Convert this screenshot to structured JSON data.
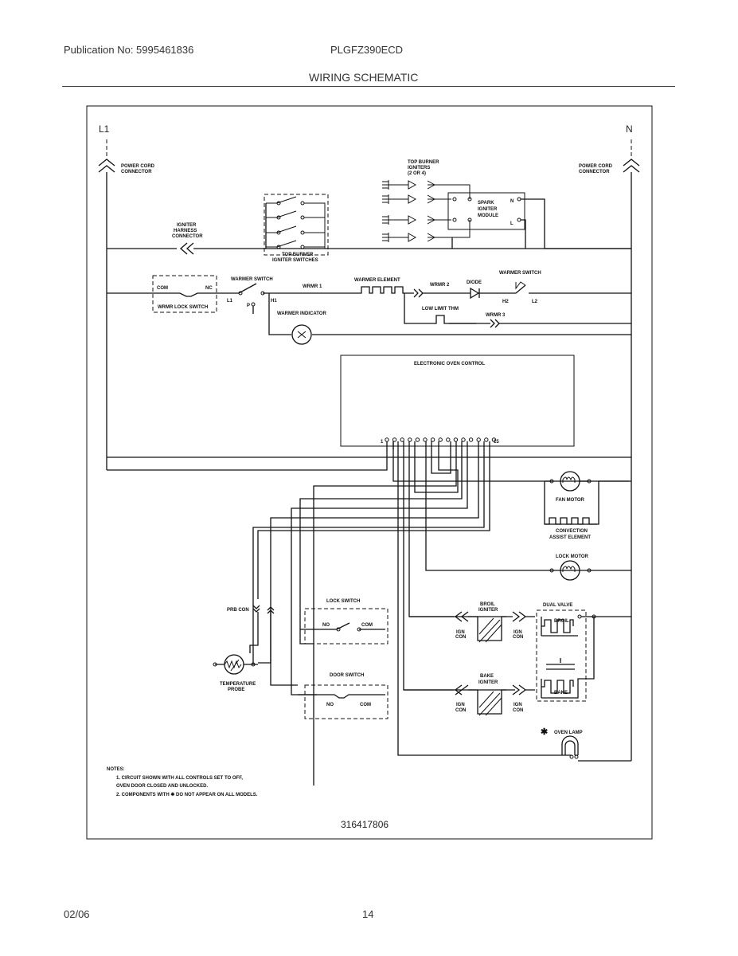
{
  "header": {
    "publication": "Publication No: 5995461836",
    "model": "PLGFZ390ECD",
    "title": "WIRING SCHEMATIC"
  },
  "footer": {
    "date": "02/06",
    "page": "14"
  },
  "diagram": {
    "l1": "L1",
    "n": "N",
    "power_cord_left": [
      "POWER CORD",
      "CONNECTOR"
    ],
    "power_cord_right": [
      "POWER CORD",
      "CONNECTOR"
    ],
    "top_burner_igniters": [
      "TOP BURNER",
      "IGNITERS",
      "(2 OR 4)"
    ],
    "spark_module": [
      "SPARK",
      "IGNITER",
      "MODULE"
    ],
    "spark_n": "N",
    "spark_l": "L",
    "igniter_harness": [
      "IGNITER",
      "HARNESS",
      "CONNECTOR"
    ],
    "top_burner_switches": [
      "TOP BURNER",
      "IGNITER SWITCHES"
    ],
    "wrmr_lock_com": "COM",
    "wrmr_lock_nc": "NC",
    "wrmr_lock_switch": "WRMR LOCK SWITCH",
    "warmer_switch_1": "WARMER SWITCH",
    "ws_l1": "L1",
    "ws_p": "P",
    "ws_h1": "H1",
    "wrmr1": "WRMR 1",
    "warmer_element": "WARMER ELEMENT",
    "wrmr2": "WRMR 2",
    "diode": "DIODE",
    "warmer_switch_2": "WARMER SWITCH",
    "ws2_h2": "H2",
    "ws2_l2": "L2",
    "low_limit": "LOW LIMIT THM",
    "wrmr3": "WRMR 3",
    "warmer_indicator": "WARMER INDICATOR",
    "eoc": "ELECTRONIC OVEN CONTROL",
    "eoc_pin_first": "1",
    "eoc_pin_last": "15",
    "fan_motor": "FAN MOTOR",
    "convection": [
      "CONVECTION",
      "ASSIST ELEMENT"
    ],
    "lock_motor": "LOCK MOTOR",
    "prb_con": "PRB CON",
    "temperature_probe": [
      "TEMPERATURE",
      "PROBE"
    ],
    "lock_switch": "LOCK SWITCH",
    "lock_no": "NO",
    "lock_com": "COM",
    "door_switch": "DOOR SWITCH",
    "door_no": "NO",
    "door_com": "COM",
    "broil_igniter": [
      "BROIL",
      "IGNITER"
    ],
    "bake_igniter": [
      "BAKE",
      "IGNITER"
    ],
    "ign_con": [
      "IGN",
      "CON"
    ],
    "dual_valve": "DUAL VALVE",
    "broil": "BROIL",
    "bake": "BAKE",
    "oven_lamp": "OVEN LAMP",
    "asterisk": "✱",
    "notes_title": "NOTES:",
    "notes": [
      "1.   CIRCUIT SHOWN WITH ALL CONTROLS SET TO OFF,",
      "      OVEN DOOR CLOSED AND UNLOCKED.",
      "2.   COMPONENTS WITH  ✱  DO NOT APPEAR ON ALL MODELS."
    ],
    "part_number": "316417806"
  }
}
